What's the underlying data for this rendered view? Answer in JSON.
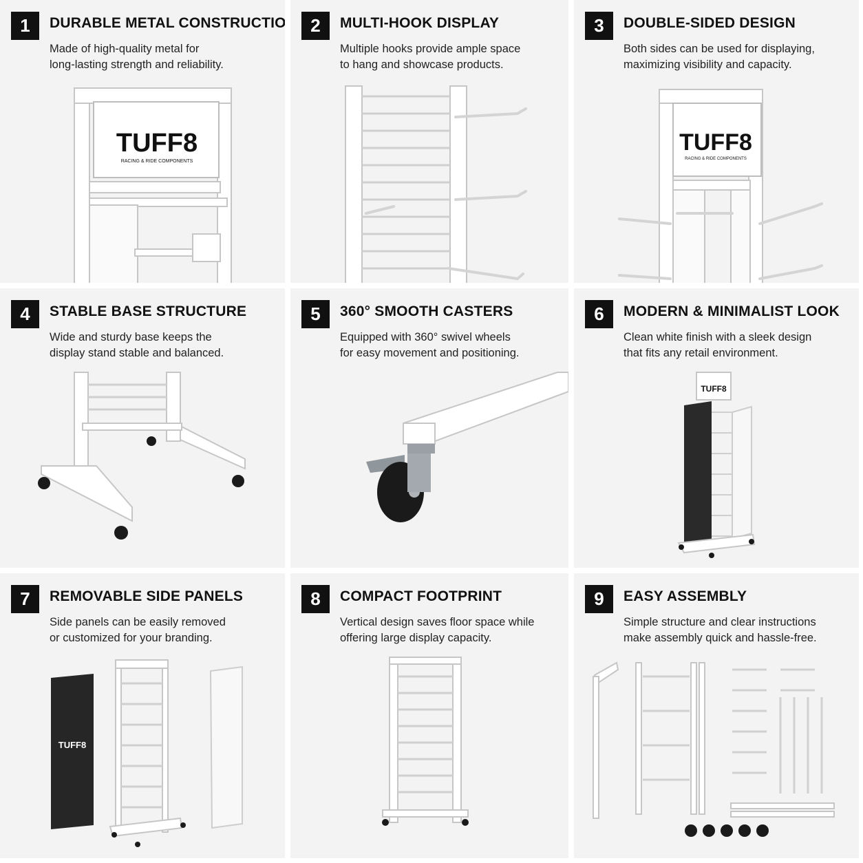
{
  "features": [
    {
      "number": "1",
      "title": "DURABLE METAL CONSTRUCTION",
      "desc1": "Made of high-quality metal for",
      "desc2": "long-lasting strength and reliability."
    },
    {
      "number": "2",
      "title": "MULTI-HOOK DISPLAY",
      "desc1": "Multiple hooks provide ample space",
      "desc2": "to hang and showcase products."
    },
    {
      "number": "3",
      "title": "DOUBLE-SIDED DESIGN",
      "desc1": "Both sides can be used for displaying,",
      "desc2": "maximizing visibility and capacity."
    },
    {
      "number": "4",
      "title": "STABLE BASE STRUCTURE",
      "desc1": "Wide and sturdy base keeps the",
      "desc2": "display stand stable and balanced."
    },
    {
      "number": "5",
      "title": "360° SMOOTH CASTERS",
      "desc1": "Equipped with 360° swivel wheels",
      "desc2": "for easy movement and positioning."
    },
    {
      "number": "6",
      "title": "MODERN & MINIMALIST LOOK",
      "desc1": "Clean white finish with a sleek design",
      "desc2": "that fits any retail environment."
    },
    {
      "number": "7",
      "title": "REMOVABLE SIDE PANELS",
      "desc1": "Side panels can be easily removed",
      "desc2": "or customized for your branding."
    },
    {
      "number": "8",
      "title": "COMPACT FOOTPRINT",
      "desc1": "Vertical design saves floor space while",
      "desc2": "offering large display capacity."
    },
    {
      "number": "9",
      "title": "EASY ASSEMBLY",
      "desc1": "Simple structure and clear instructions",
      "desc2": "make assembly quick and hassle-free."
    }
  ],
  "brand": {
    "logo": "TUFF8",
    "tagline": "RACING & RIDE COMPONENTS"
  },
  "colors": {
    "badge": "#111111",
    "panel_bg": "#f3f3f3",
    "frame": "#ffffff",
    "frame_stroke": "#c9c9c9",
    "wheel": "#1a1a1a"
  }
}
